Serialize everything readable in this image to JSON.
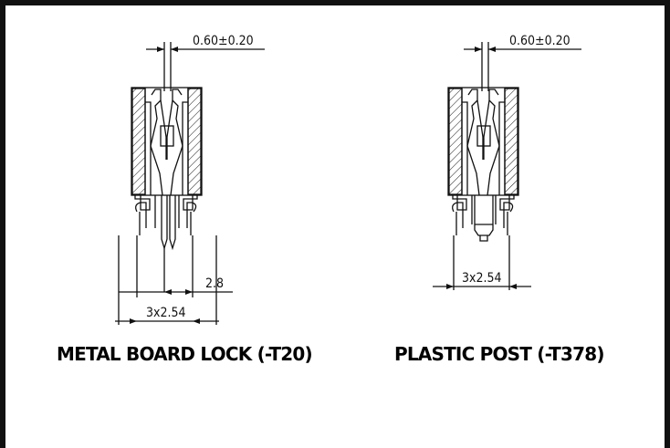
{
  "drawings": [
    {
      "id": "metal-board-lock",
      "caption": "METAL BOARD LOCK (-T20)",
      "dims": {
        "contact_width": "0.60±0.20",
        "lock_offset": "2.8",
        "pitch": "3x2.54"
      }
    },
    {
      "id": "plastic-post",
      "caption": "PLASTIC POST (-T378)",
      "dims": {
        "contact_width": "0.60±0.20",
        "pitch": "3x2.54"
      }
    }
  ],
  "colors": {
    "line": "#111111",
    "background": "#ffffff"
  }
}
